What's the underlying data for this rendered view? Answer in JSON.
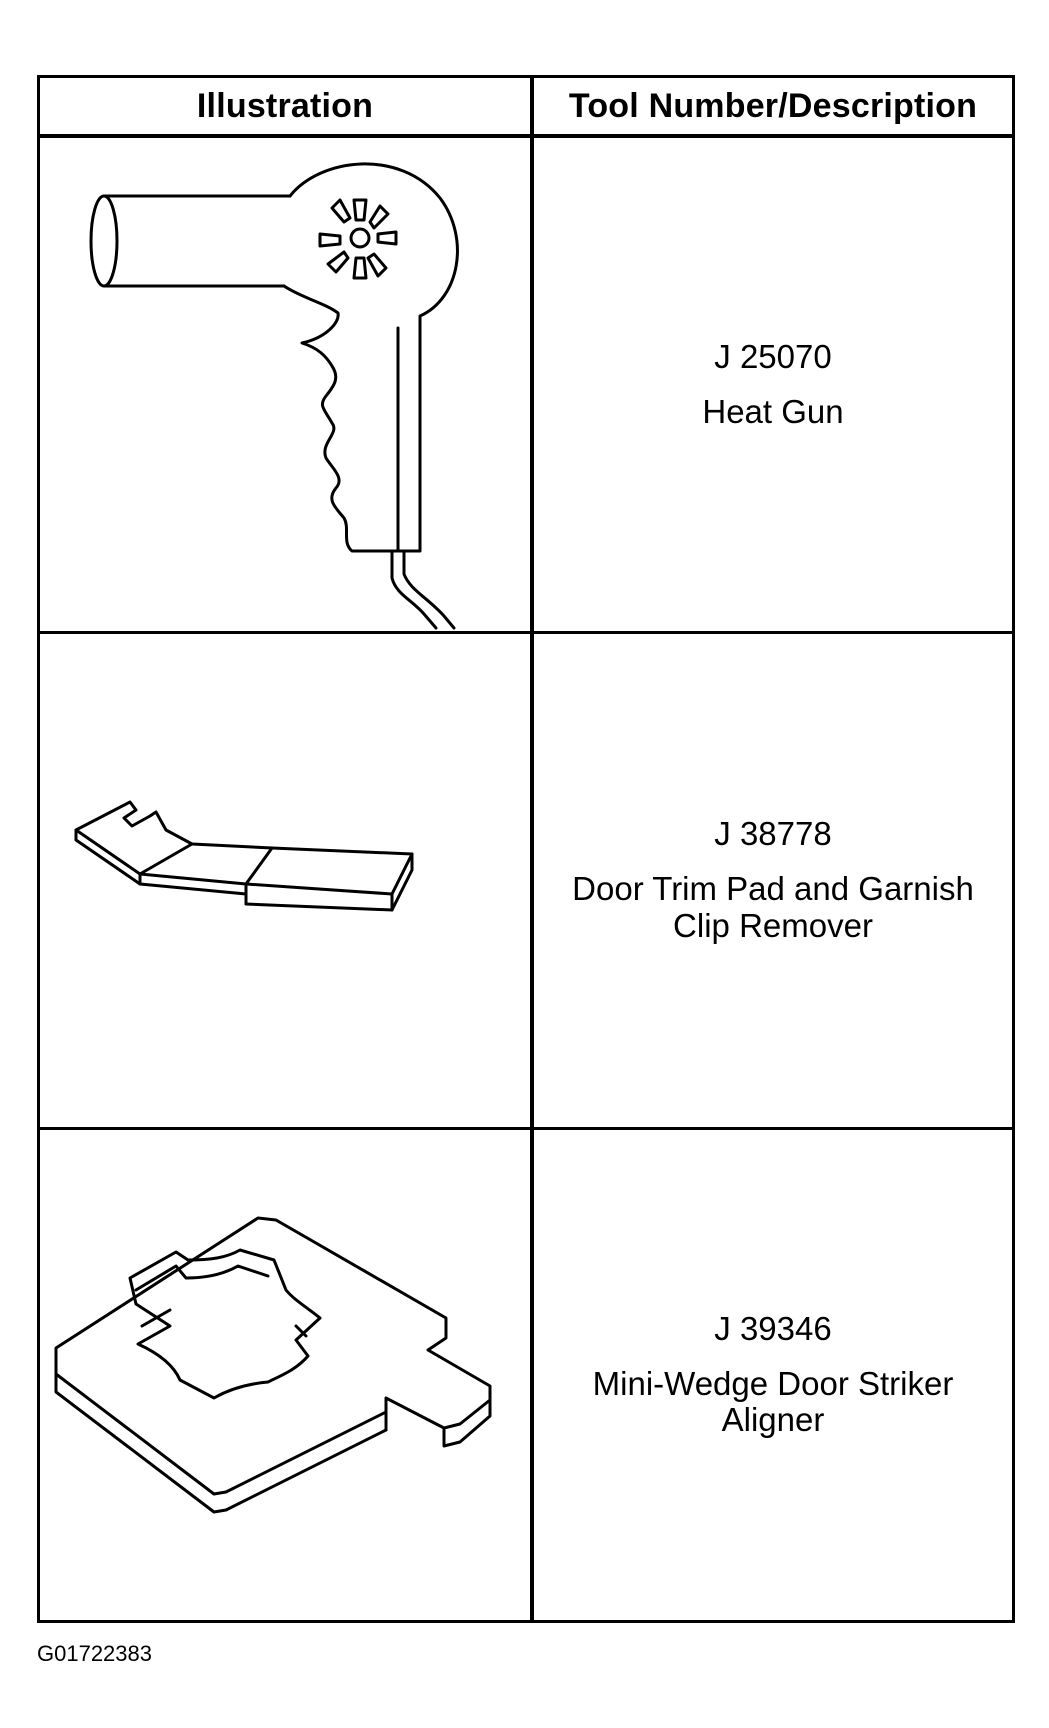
{
  "table": {
    "headers": [
      "Illustration",
      "Tool Number/Description"
    ],
    "rows": [
      {
        "tool_number": "J 25070",
        "description": "Heat Gun",
        "illustration": "heat-gun-drawing"
      },
      {
        "tool_number": "J 38778",
        "description_line1": "Door Trim Pad and Garnish",
        "description_line2": "Clip Remover",
        "illustration": "clip-remover-drawing"
      },
      {
        "tool_number": "J 39346",
        "description_line1": "Mini-Wedge Door Striker",
        "description_line2": "Aligner",
        "illustration": "striker-aligner-drawing"
      }
    ]
  },
  "figure_id": "G01722383"
}
